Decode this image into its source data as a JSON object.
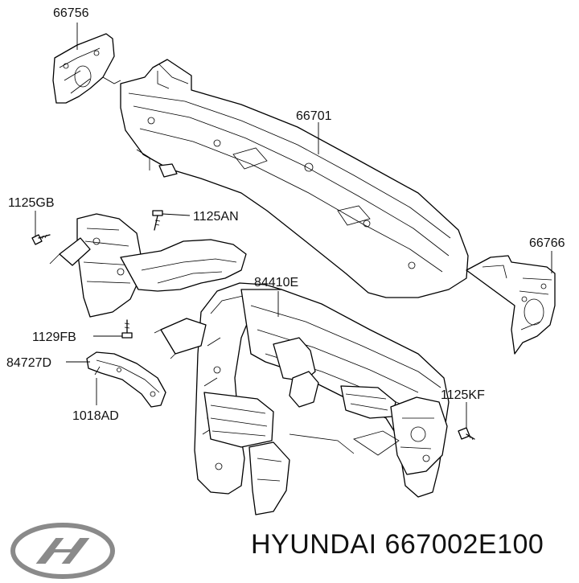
{
  "parts": [
    {
      "id": "part-66756",
      "label": "66756"
    },
    {
      "id": "part-66701",
      "label": "66701"
    },
    {
      "id": "part-1125gb",
      "label": "1125GB"
    },
    {
      "id": "part-1125an",
      "label": "1125AN"
    },
    {
      "id": "part-66766",
      "label": "66766"
    },
    {
      "id": "part-84410e",
      "label": "84410E"
    },
    {
      "id": "part-1129fb",
      "label": "1129FB"
    },
    {
      "id": "part-84727d",
      "label": "84727D"
    },
    {
      "id": "part-1018ad",
      "label": "1018AD"
    },
    {
      "id": "part-1125kf",
      "label": "1125KF"
    }
  ],
  "footer": {
    "brand_text": "HYUNDAI 667002E100",
    "logo": "hyundai-logo-icon"
  }
}
